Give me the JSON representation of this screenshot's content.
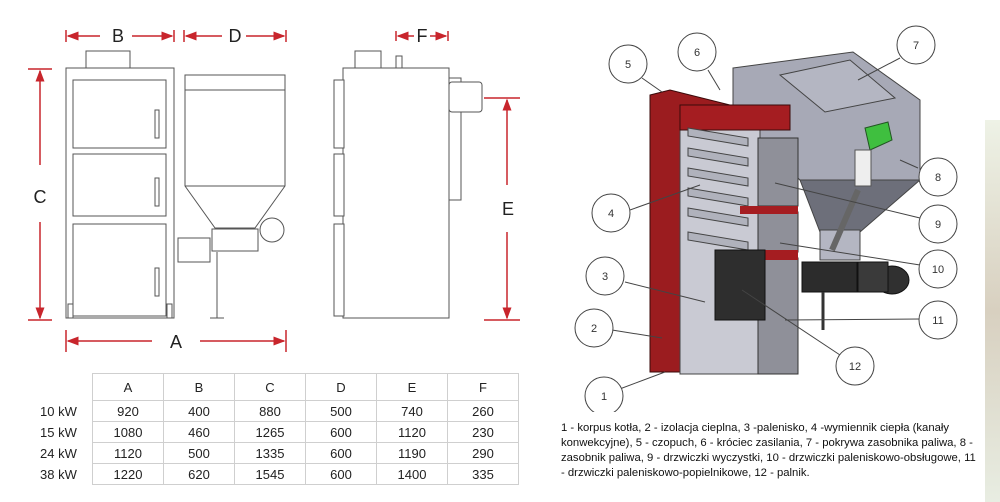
{
  "drawing": {
    "dimension_labels": {
      "A": "A",
      "B": "B",
      "C": "C",
      "D": "D",
      "E": "E",
      "F": "F"
    },
    "accent_color": "#c8252c"
  },
  "table": {
    "columns": [
      "A",
      "B",
      "C",
      "D",
      "E",
      "F"
    ],
    "rows": [
      {
        "model": "10 kW",
        "values": [
          "920",
          "400",
          "880",
          "500",
          "740",
          "260"
        ]
      },
      {
        "model": "15 kW",
        "values": [
          "1080",
          "460",
          "1265",
          "600",
          "1120",
          "230"
        ]
      },
      {
        "model": "24 kW",
        "values": [
          "1120",
          "500",
          "1335",
          "600",
          "1190",
          "290"
        ]
      },
      {
        "model": "38 kW",
        "values": [
          "1220",
          "620",
          "1545",
          "600",
          "1400",
          "335"
        ]
      }
    ]
  },
  "cutaway": {
    "callouts": [
      "1",
      "2",
      "3",
      "4",
      "5",
      "6",
      "7",
      "8",
      "9",
      "10",
      "11",
      "12"
    ],
    "colors": {
      "insulation": "#9b1c1f",
      "body": "#a9aab4",
      "burner": "#2c2c2c",
      "fan": "#3fbf3f"
    }
  },
  "legend": {
    "text": "1 - korpus kotła, 2 - izolacja cieplna, 3 -palenisko, 4 -wymiennik ciepła (kanały konwekcyjne), 5 - czopuch, 6 - króciec zasilania, 7 - pokrywa zasobnika paliwa, 8 - zasobnik paliwa, 9 - drzwiczki wyczystki, 10 - drzwiczki paleniskowo-obsługowe, 11 - drzwiczki paleniskowo-popielnikowe, 12 - palnik."
  }
}
